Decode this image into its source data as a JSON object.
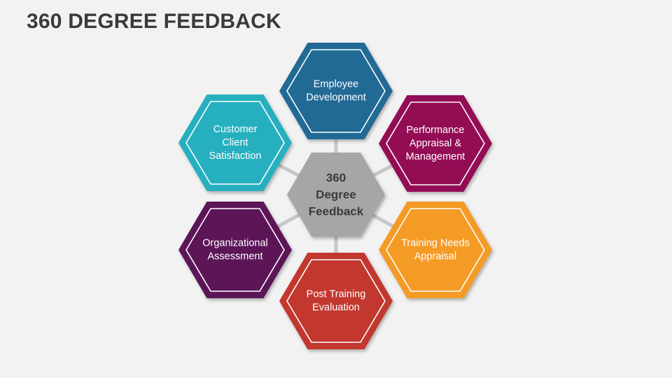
{
  "title": "360 DEGREE FEEDBACK",
  "center": {
    "lines": [
      "360",
      "Degree",
      "Feedback"
    ],
    "color": "#a6a6a6"
  },
  "nodes": [
    {
      "id": "employee-development",
      "lines": [
        "Employee",
        "Development"
      ],
      "color": "#236b96"
    },
    {
      "id": "performance-appraisal",
      "lines": [
        "Performance",
        "Appraisal &",
        "Management"
      ],
      "color": "#930f55"
    },
    {
      "id": "training-needs",
      "lines": [
        "Training Needs",
        "Appraisal"
      ],
      "color": "#f49b26"
    },
    {
      "id": "post-training",
      "lines": [
        "Post Training",
        "Evaluation"
      ],
      "color": "#c2372e"
    },
    {
      "id": "organizational-assessment",
      "lines": [
        "Organizational",
        "Assessment"
      ],
      "color": "#5c1558"
    },
    {
      "id": "customer-satisfaction",
      "lines": [
        "Customer",
        "Client",
        "Satisfaction"
      ],
      "color": "#25b0bf"
    }
  ],
  "connector_color": "#c7c7c7"
}
